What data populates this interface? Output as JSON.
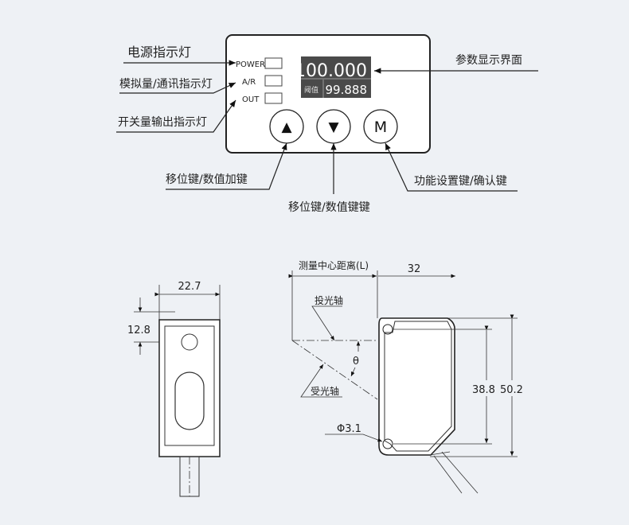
{
  "panel": {
    "indicators": [
      "POWER",
      "A/R",
      "OUT"
    ],
    "display_main": "100.000",
    "display_sub_label": "阈值",
    "display_sub_value": "99.888",
    "buttons": {
      "up": "▲",
      "down": "▼",
      "mode": "M"
    }
  },
  "callouts": {
    "power_indicator": "电源指示灯",
    "analog_comm_indicator": "模拟量/通讯指示灯",
    "switch_output_indicator": "开关量输出指示灯",
    "display": "参数显示界面",
    "shift_increase_key": "移位键/数值加键",
    "shift_value_key": "移位键/数值键键",
    "function_confirm_key": "功能设置键/确认键"
  },
  "front_view": {
    "width_dim": "22.7",
    "offset_dim": "12.8"
  },
  "side_view": {
    "center_distance": "测量中心距离(L)",
    "depth_dim": "32",
    "emit_axis": "投光轴",
    "receive_axis": "受光轴",
    "angle": "θ",
    "hole_dia": "Φ3.1",
    "hole_spacing": "38.8",
    "height_dim": "50.2"
  }
}
